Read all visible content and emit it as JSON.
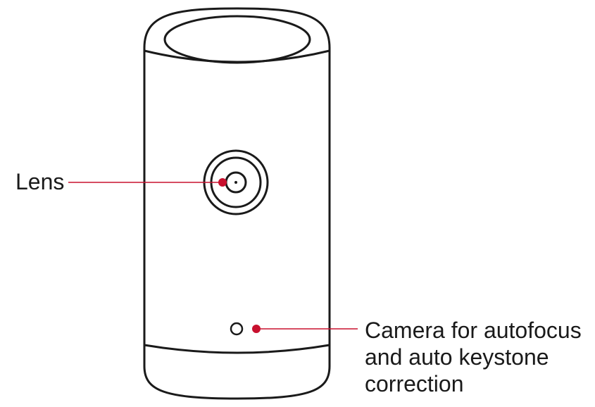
{
  "diagram": {
    "labels": {
      "lens": "Lens",
      "camera_line1": "Camera for autofocus",
      "camera_line2": "and auto keystone",
      "camera_line3": "correction"
    },
    "colors": {
      "outline": "#1a1a1a",
      "callout": "#c8102e"
    },
    "icons": {
      "device": "projector-cylinder-icon",
      "lens": "lens-icon",
      "camera": "camera-sensor-icon"
    }
  }
}
